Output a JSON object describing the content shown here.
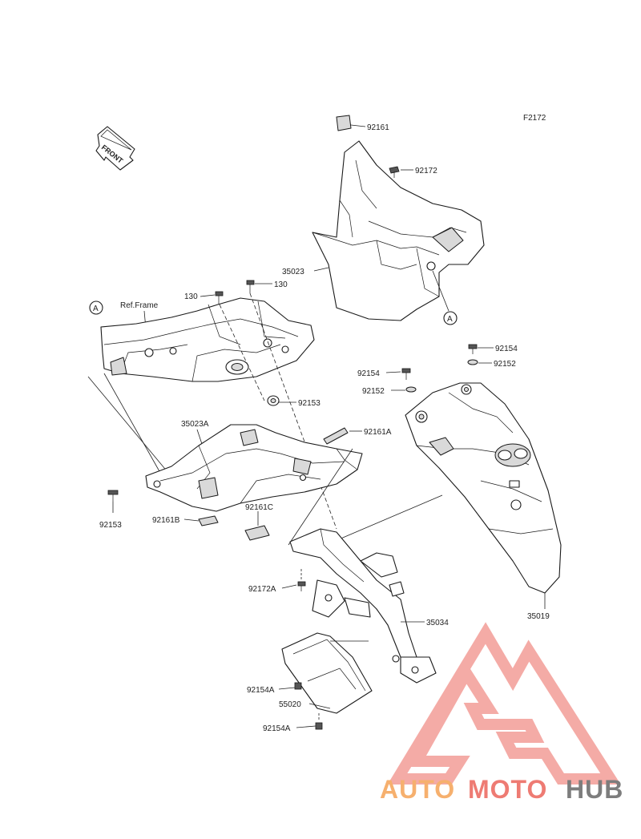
{
  "figure_code": "F2172",
  "direction_arrow": "FRONT",
  "callout_a": "A",
  "ref_frame": "Ref.Frame",
  "labels": {
    "p92161": "92161",
    "p92172": "92172",
    "p35023": "35023",
    "p130a": "130",
    "p130b": "130",
    "p92154": "92154",
    "p92154b": "92154",
    "p92152": "92152",
    "p92152b": "92152",
    "p92153a": "92153",
    "p92153b": "92153",
    "p35023A": "35023A",
    "p92161A": "92161A",
    "p92161B": "92161B",
    "p92161C": "92161C",
    "p92172A": "92172A",
    "p35034": "35034",
    "p35019": "35019",
    "p92154A": "92154A",
    "p92154Ab": "92154A",
    "p55020": "55020"
  },
  "watermark": {
    "part1": "AUTO",
    "part2": "MOTO",
    "part3": "HUB",
    "color_orange": "#f6b06e",
    "color_red": "#ee7b73",
    "color_gray": "#7d7d7d",
    "triangle_color": "#f29c96"
  }
}
